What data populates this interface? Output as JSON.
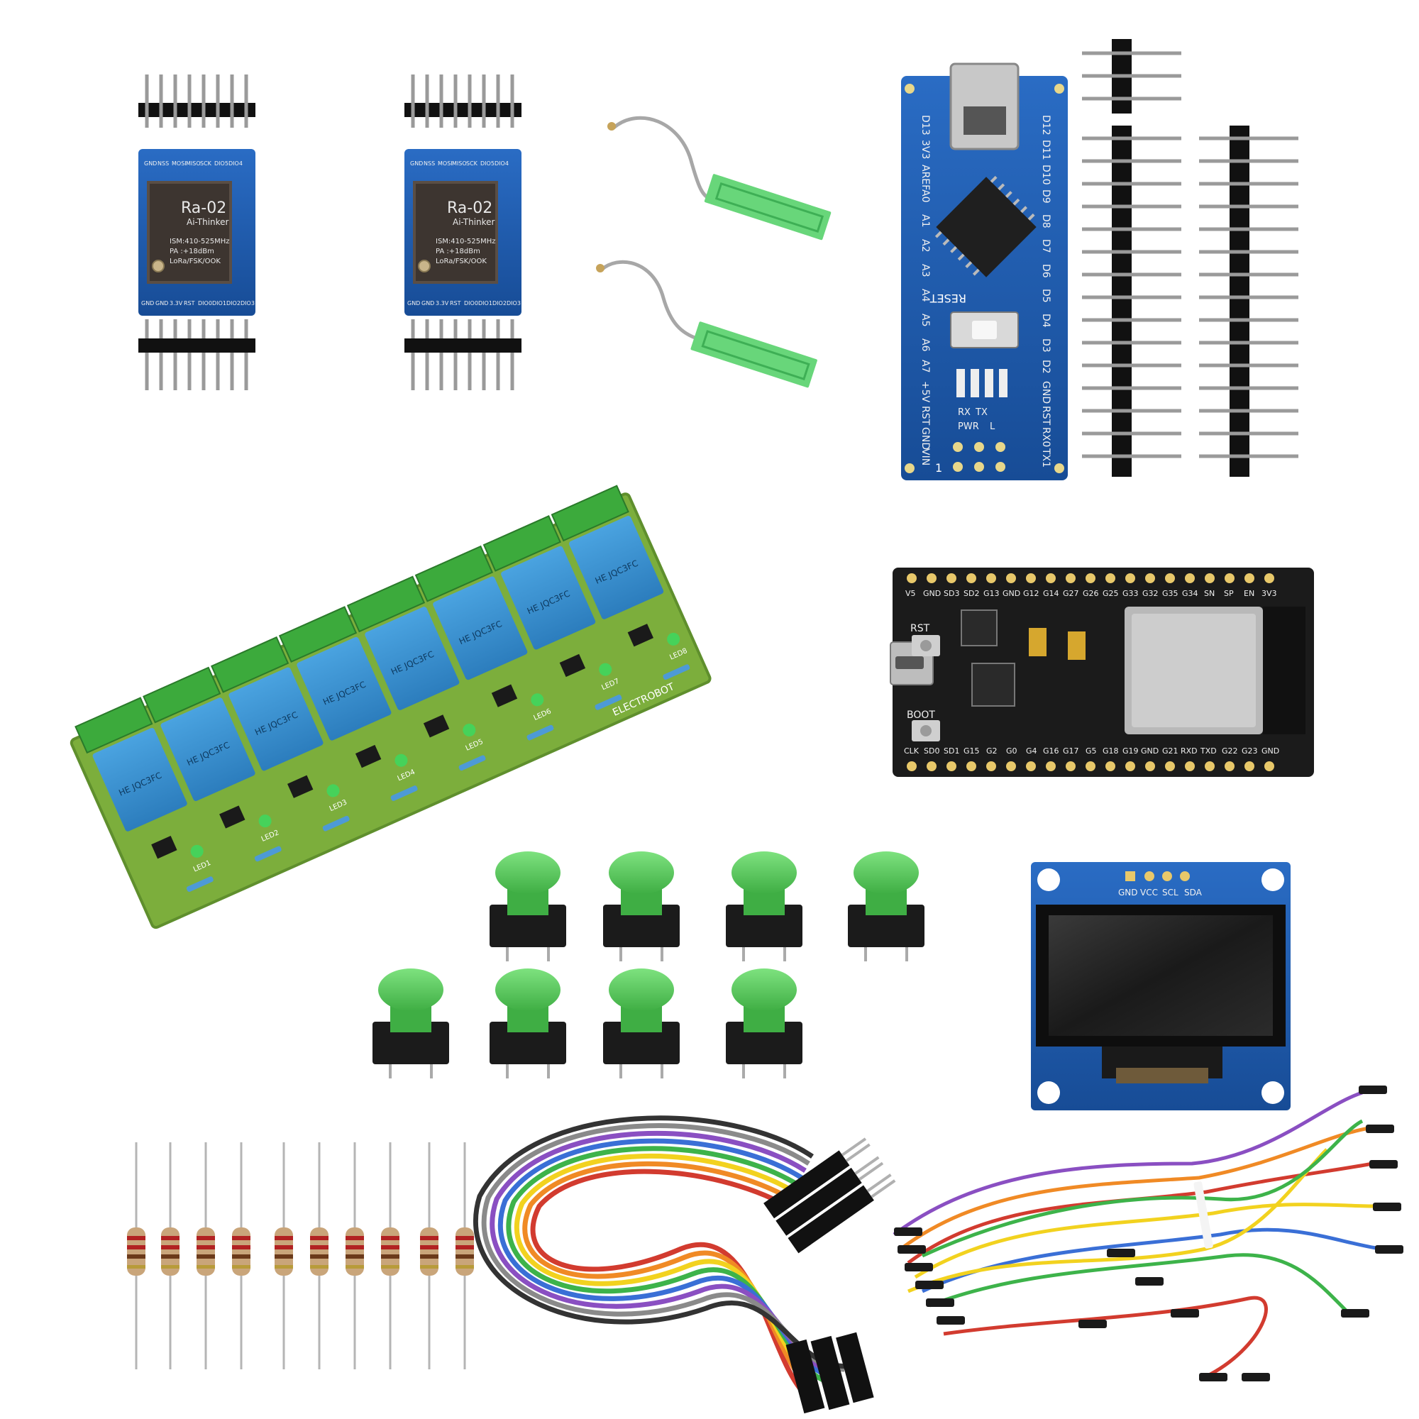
{
  "lora_modules": {
    "title": "Ra-02",
    "brand": "Ai-Thinker",
    "spec_line1": "ISM:410-525MHz",
    "spec_line2": "PA :+18dBm",
    "spec_line3": "LoRa/FSK/OOK",
    "top_pins": [
      "GND",
      "NSS",
      "MOSI",
      "MISO",
      "SCK",
      "DIO5",
      "DIO4"
    ],
    "bottom_pins": [
      "GND",
      "GND",
      "3.3V",
      "RST",
      "DIO0",
      "DIO1",
      "DIO2",
      "DIO3"
    ]
  },
  "arduino_nano": {
    "reset_label": "RESET",
    "left_pins": [
      "D13",
      "3V3",
      "AREF",
      "A0",
      "A1",
      "A2",
      "A3",
      "A4",
      "A5",
      "A6",
      "A7",
      "+5V",
      "RST",
      "GND",
      "VIN"
    ],
    "right_pins": [
      "D12",
      "D11",
      "D10",
      "D9",
      "D8",
      "D7",
      "D6",
      "D5",
      "D4",
      "D3",
      "D2",
      "GND",
      "RST",
      "RX0",
      "TX1"
    ],
    "led_labels": [
      "RX",
      "TX",
      "PWR",
      "L"
    ],
    "pin_one": "1"
  },
  "relay_board": {
    "relay_label": "HE JQC3FC",
    "brand": "ELECTROBOT",
    "led_labels": [
      "LED1",
      "LED2",
      "LED3",
      "LED4",
      "LED5",
      "LED6",
      "LED7",
      "LED8"
    ]
  },
  "esp32": {
    "top_pins": [
      "V5",
      "GND",
      "SD3",
      "SD2",
      "G13",
      "GND",
      "G12",
      "G14",
      "G27",
      "G26",
      "G25",
      "G33",
      "G32",
      "G35",
      "G34",
      "SN",
      "SP",
      "EN",
      "3V3"
    ],
    "bottom_pins": [
      "CLK",
      "SD0",
      "SD1",
      "G15",
      "G2",
      "G0",
      "G4",
      "G16",
      "G17",
      "G5",
      "G18",
      "G19",
      "GND",
      "G21",
      "RXD",
      "TXD",
      "G22",
      "G23",
      "GND"
    ],
    "rst_label": "RST",
    "boot_label": "BOOT"
  },
  "oled": {
    "pin_labels": [
      "GND",
      "VCC",
      "SCL",
      "SDA"
    ]
  },
  "colors": {
    "lora_pcb": "#1d5fb0",
    "nano_pcb": "#1a4fa6",
    "relay_pcb": "#7cae3c",
    "relay_body": "#3a8fd0",
    "esp_pcb": "#1b1b1b",
    "button_cap": "#5fcf62",
    "oled_pcb": "#1e4f9e",
    "terminal": "#3caa3c",
    "header_black": "#111111"
  }
}
